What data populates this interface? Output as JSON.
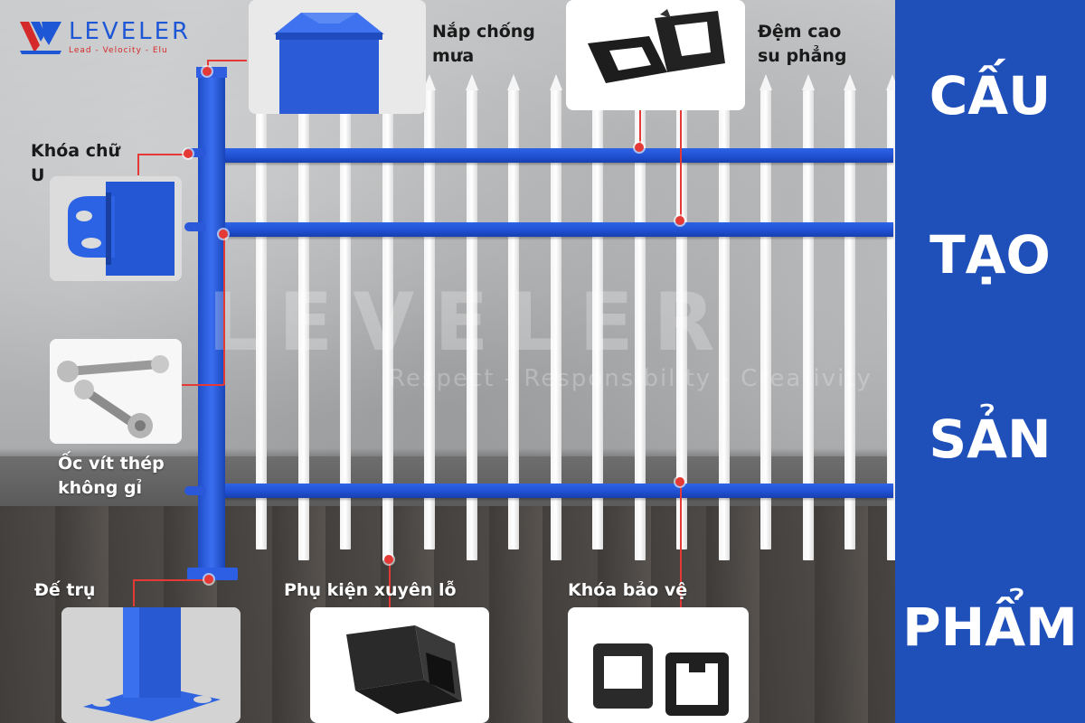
{
  "brand": {
    "name": "LEVELER",
    "tagline": "Lead - Velocity - Elu",
    "watermark_name": "LEVELER",
    "watermark_tagline": "Respect - Responsibility - Creativity"
  },
  "labels": {
    "rain_cap": [
      "Nắp chống",
      "mưa"
    ],
    "rubber_pad": [
      "Đệm cao",
      "su phẳng"
    ],
    "u_lock": [
      "Khóa chữ",
      "U"
    ],
    "steel_bolt": [
      "Ốc vít thép",
      "không gỉ"
    ],
    "post_base": "Đế trụ",
    "through_accessory": "Phụ kiện xuyên lỗ",
    "protective_lock": "Khóa bảo vệ"
  },
  "panel": {
    "words": [
      "CẤU",
      "TẠO",
      "SẢN",
      "PHẨM"
    ]
  },
  "colors": {
    "panel_blue": "#1f4fb9",
    "fence_blue": "#2456d8",
    "picket_white": "#f5f5f5",
    "connector_red": "#e53935",
    "logo_blue": "#1e57d6",
    "logo_red": "#d42a2a"
  }
}
